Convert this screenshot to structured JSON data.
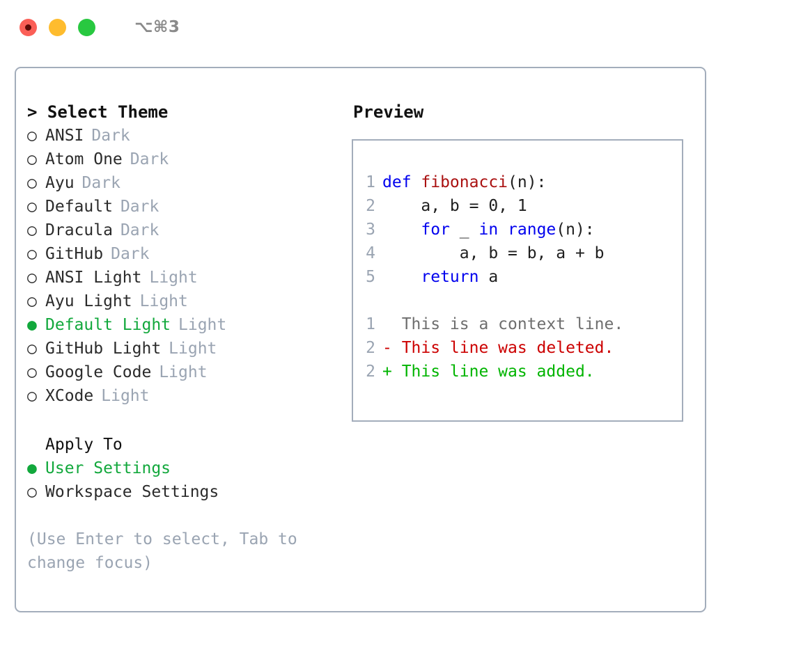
{
  "titlebar": {
    "shortcut": "⌥⌘3",
    "lights": [
      "close-red",
      "minimize-yellow",
      "maximize-green"
    ]
  },
  "theme_picker": {
    "header": "> Select Theme",
    "header_prefix": ">",
    "items": [
      {
        "marker": "○",
        "name": "ANSI",
        "tag": "Dark",
        "selected": false
      },
      {
        "marker": "○",
        "name": "Atom One",
        "tag": "Dark",
        "selected": false
      },
      {
        "marker": "○",
        "name": "Ayu",
        "tag": "Dark",
        "selected": false
      },
      {
        "marker": "○",
        "name": "Default",
        "tag": "Dark",
        "selected": false
      },
      {
        "marker": "○",
        "name": "Dracula",
        "tag": "Dark",
        "selected": false
      },
      {
        "marker": "○",
        "name": "GitHub",
        "tag": "Dark",
        "selected": false
      },
      {
        "marker": "○",
        "name": "ANSI Light",
        "tag": "Light",
        "selected": false
      },
      {
        "marker": "○",
        "name": "Ayu Light",
        "tag": "Light",
        "selected": false
      },
      {
        "marker": "●",
        "name": "Default Light",
        "tag": "Light",
        "selected": true
      },
      {
        "marker": "○",
        "name": "GitHub Light",
        "tag": "Light",
        "selected": false
      },
      {
        "marker": "○",
        "name": "Google Code",
        "tag": "Light",
        "selected": false
      },
      {
        "marker": "○",
        "name": "XCode",
        "tag": "Light",
        "selected": false
      }
    ]
  },
  "apply_to": {
    "header": "Apply To",
    "items": [
      {
        "marker": "●",
        "label": "User Settings",
        "selected": true
      },
      {
        "marker": "○",
        "label": "Workspace Settings",
        "selected": false
      }
    ]
  },
  "hint": "(Use Enter to select, Tab to change focus)",
  "preview": {
    "title": "Preview",
    "code_lines": [
      {
        "n": "1",
        "segments": [
          {
            "t": "def ",
            "c": "kw"
          },
          {
            "t": "fibonacci",
            "c": "fn"
          },
          {
            "t": "(n):",
            "c": "code-text"
          }
        ]
      },
      {
        "n": "2",
        "segments": [
          {
            "t": "    a, b = 0, 1",
            "c": "code-text"
          }
        ]
      },
      {
        "n": "3",
        "segments": [
          {
            "t": "    ",
            "c": "code-text"
          },
          {
            "t": "for",
            "c": "kw"
          },
          {
            "t": " _ ",
            "c": "code-text"
          },
          {
            "t": "in range",
            "c": "kw"
          },
          {
            "t": "(n):",
            "c": "code-text"
          }
        ]
      },
      {
        "n": "4",
        "segments": [
          {
            "t": "        a, b = b, a + b",
            "c": "code-text"
          }
        ]
      },
      {
        "n": "5",
        "segments": [
          {
            "t": "    ",
            "c": "code-text"
          },
          {
            "t": "return",
            "c": "kw"
          },
          {
            "t": " a",
            "c": "code-text"
          }
        ]
      }
    ],
    "diff_lines": [
      {
        "n": "1",
        "text": "  This is a context line.",
        "kind": "diff-ctx"
      },
      {
        "n": "2",
        "text": "- This line was deleted.",
        "kind": "diff-del"
      },
      {
        "n": "2",
        "text": "+ This line was added.",
        "kind": "diff-add"
      }
    ]
  },
  "colors": {
    "accent_green": "#12a83c",
    "muted": "#9aa4b2",
    "border": "#a3adbb",
    "keyword_blue": "#0000ee",
    "function_red": "#aa1111",
    "diff_add": "#00b400",
    "diff_del": "#cc0000",
    "light_red": "#fb5f57",
    "light_yellow": "#febc2e",
    "light_green": "#28c840"
  }
}
